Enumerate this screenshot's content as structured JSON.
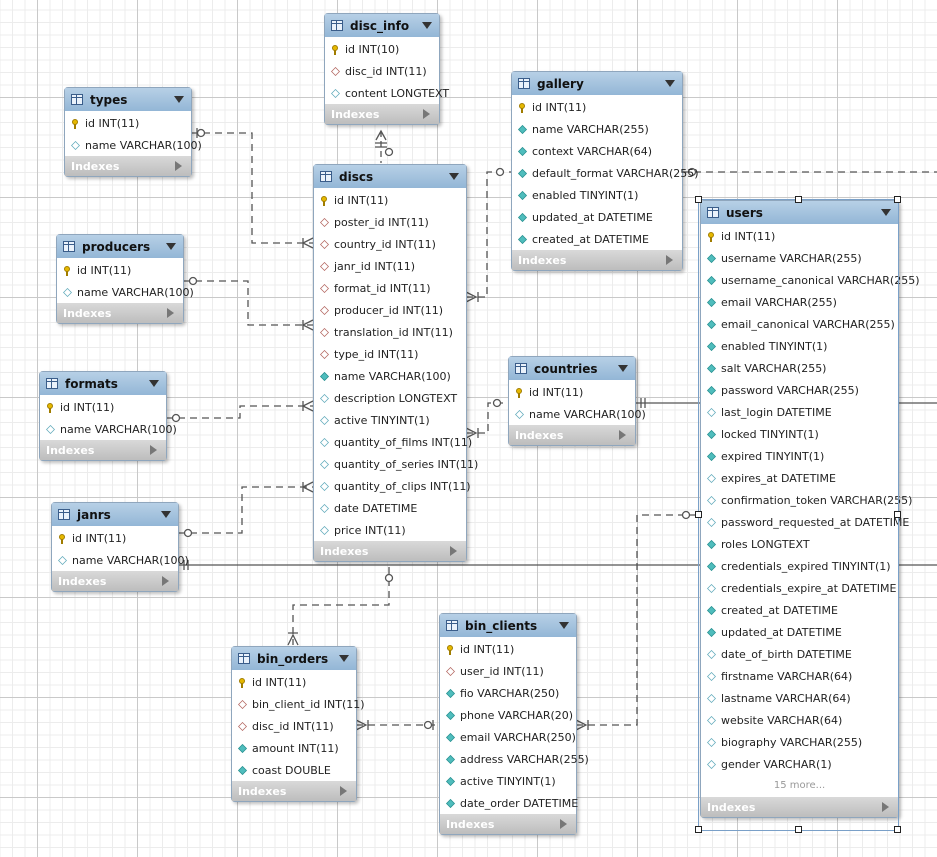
{
  "tables": {
    "disc_info": {
      "name": "disc_info",
      "footer": "Indexes",
      "columns": [
        {
          "icon": "key",
          "text": "id INT(10)"
        },
        {
          "icon": "fk",
          "text": "disc_id INT(11)"
        },
        {
          "icon": "plain",
          "text": "content LONGTEXT"
        }
      ]
    },
    "types": {
      "name": "types",
      "footer": "Indexes",
      "columns": [
        {
          "icon": "key",
          "text": "id INT(11)"
        },
        {
          "icon": "plain",
          "text": "name VARCHAR(100)"
        }
      ]
    },
    "gallery": {
      "name": "gallery",
      "footer": "Indexes",
      "columns": [
        {
          "icon": "key",
          "text": "id INT(11)"
        },
        {
          "icon": "nn",
          "text": "name VARCHAR(255)"
        },
        {
          "icon": "nn",
          "text": "context VARCHAR(64)"
        },
        {
          "icon": "nn",
          "text": "default_format VARCHAR(255)"
        },
        {
          "icon": "nn",
          "text": "enabled TINYINT(1)"
        },
        {
          "icon": "nn",
          "text": "updated_at DATETIME"
        },
        {
          "icon": "nn",
          "text": "created_at DATETIME"
        }
      ]
    },
    "discs": {
      "name": "discs",
      "footer": "Indexes",
      "columns": [
        {
          "icon": "key",
          "text": "id INT(11)"
        },
        {
          "icon": "fk",
          "text": "poster_id INT(11)"
        },
        {
          "icon": "fk",
          "text": "country_id INT(11)"
        },
        {
          "icon": "fk",
          "text": "janr_id INT(11)"
        },
        {
          "icon": "fk",
          "text": "format_id INT(11)"
        },
        {
          "icon": "fk",
          "text": "producer_id INT(11)"
        },
        {
          "icon": "fk",
          "text": "translation_id INT(11)"
        },
        {
          "icon": "fk",
          "text": "type_id INT(11)"
        },
        {
          "icon": "nn",
          "text": "name VARCHAR(100)"
        },
        {
          "icon": "plain",
          "text": "description LONGTEXT"
        },
        {
          "icon": "plain",
          "text": "active TINYINT(1)"
        },
        {
          "icon": "plain",
          "text": "quantity_of_films INT(11)"
        },
        {
          "icon": "plain",
          "text": "quantity_of_series INT(11)"
        },
        {
          "icon": "plain",
          "text": "quantity_of_clips INT(11)"
        },
        {
          "icon": "plain",
          "text": "date DATETIME"
        },
        {
          "icon": "plain",
          "text": "price INT(11)"
        }
      ]
    },
    "producers": {
      "name": "producers",
      "footer": "Indexes",
      "columns": [
        {
          "icon": "key",
          "text": "id INT(11)"
        },
        {
          "icon": "plain",
          "text": "name VARCHAR(100)"
        }
      ]
    },
    "users": {
      "name": "users",
      "footer": "Indexes",
      "more": "15 more...",
      "columns": [
        {
          "icon": "key",
          "text": "id INT(11)"
        },
        {
          "icon": "nn",
          "text": "username VARCHAR(255)"
        },
        {
          "icon": "nn",
          "text": "username_canonical VARCHAR(255)"
        },
        {
          "icon": "nn",
          "text": "email VARCHAR(255)"
        },
        {
          "icon": "nn",
          "text": "email_canonical VARCHAR(255)"
        },
        {
          "icon": "nn",
          "text": "enabled TINYINT(1)"
        },
        {
          "icon": "nn",
          "text": "salt VARCHAR(255)"
        },
        {
          "icon": "nn",
          "text": "password VARCHAR(255)"
        },
        {
          "icon": "plain",
          "text": "last_login DATETIME"
        },
        {
          "icon": "nn",
          "text": "locked TINYINT(1)"
        },
        {
          "icon": "nn",
          "text": "expired TINYINT(1)"
        },
        {
          "icon": "plain",
          "text": "expires_at DATETIME"
        },
        {
          "icon": "plain",
          "text": "confirmation_token VARCHAR(255)"
        },
        {
          "icon": "plain",
          "text": "password_requested_at DATETIME"
        },
        {
          "icon": "nn",
          "text": "roles LONGTEXT"
        },
        {
          "icon": "nn",
          "text": "credentials_expired TINYINT(1)"
        },
        {
          "icon": "plain",
          "text": "credentials_expire_at DATETIME"
        },
        {
          "icon": "nn",
          "text": "created_at DATETIME"
        },
        {
          "icon": "nn",
          "text": "updated_at DATETIME"
        },
        {
          "icon": "plain",
          "text": "date_of_birth DATETIME"
        },
        {
          "icon": "plain",
          "text": "firstname VARCHAR(64)"
        },
        {
          "icon": "plain",
          "text": "lastname VARCHAR(64)"
        },
        {
          "icon": "plain",
          "text": "website VARCHAR(64)"
        },
        {
          "icon": "plain",
          "text": "biography VARCHAR(255)"
        },
        {
          "icon": "plain",
          "text": "gender VARCHAR(1)"
        }
      ]
    },
    "countries": {
      "name": "countries",
      "footer": "Indexes",
      "columns": [
        {
          "icon": "key",
          "text": "id INT(11)"
        },
        {
          "icon": "plain",
          "text": "name VARCHAR(100)"
        }
      ]
    },
    "formats": {
      "name": "formats",
      "footer": "Indexes",
      "columns": [
        {
          "icon": "key",
          "text": "id INT(11)"
        },
        {
          "icon": "plain",
          "text": "name VARCHAR(100)"
        }
      ]
    },
    "janrs": {
      "name": "janrs",
      "footer": "Indexes",
      "columns": [
        {
          "icon": "key",
          "text": "id INT(11)"
        },
        {
          "icon": "plain",
          "text": "name VARCHAR(100)"
        }
      ]
    },
    "bin_orders": {
      "name": "bin_orders",
      "footer": "Indexes",
      "columns": [
        {
          "icon": "key",
          "text": "id INT(11)"
        },
        {
          "icon": "fk",
          "text": "bin_client_id INT(11)"
        },
        {
          "icon": "fk",
          "text": "disc_id INT(11)"
        },
        {
          "icon": "nn",
          "text": "amount INT(11)"
        },
        {
          "icon": "nn",
          "text": "coast DOUBLE"
        }
      ]
    },
    "bin_clients": {
      "name": "bin_clients",
      "footer": "Indexes",
      "columns": [
        {
          "icon": "key",
          "text": "id INT(11)"
        },
        {
          "icon": "fk",
          "text": "user_id INT(11)"
        },
        {
          "icon": "nn",
          "text": "fio VARCHAR(250)"
        },
        {
          "icon": "nn",
          "text": "phone VARCHAR(20)"
        },
        {
          "icon": "nn",
          "text": "email VARCHAR(250)"
        },
        {
          "icon": "nn",
          "text": "address VARCHAR(255)"
        },
        {
          "icon": "nn",
          "text": "active TINYINT(1)"
        },
        {
          "icon": "nn",
          "text": "date_order DATETIME"
        }
      ]
    }
  }
}
